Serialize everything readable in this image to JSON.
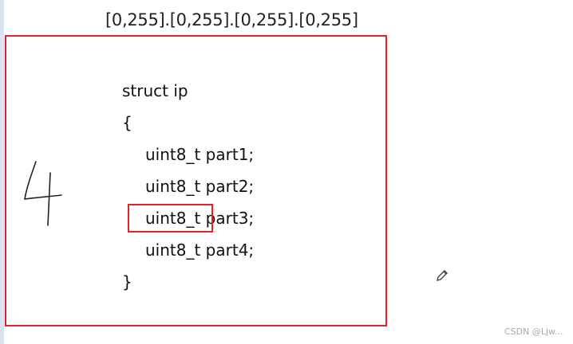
{
  "header_text": "[0,255].[0,255].[0,255].[0,255]",
  "code": {
    "lines": [
      "struct ip",
      "{",
      "uint8_t part1;",
      "uint8_t part2;",
      "uint8_t part3;",
      "uint8_t part4;",
      "}"
    ]
  },
  "annotation": {
    "handwritten": "4"
  },
  "watermark": "CSDN @Ljw...",
  "colors": {
    "highlight": "#e5202a"
  }
}
